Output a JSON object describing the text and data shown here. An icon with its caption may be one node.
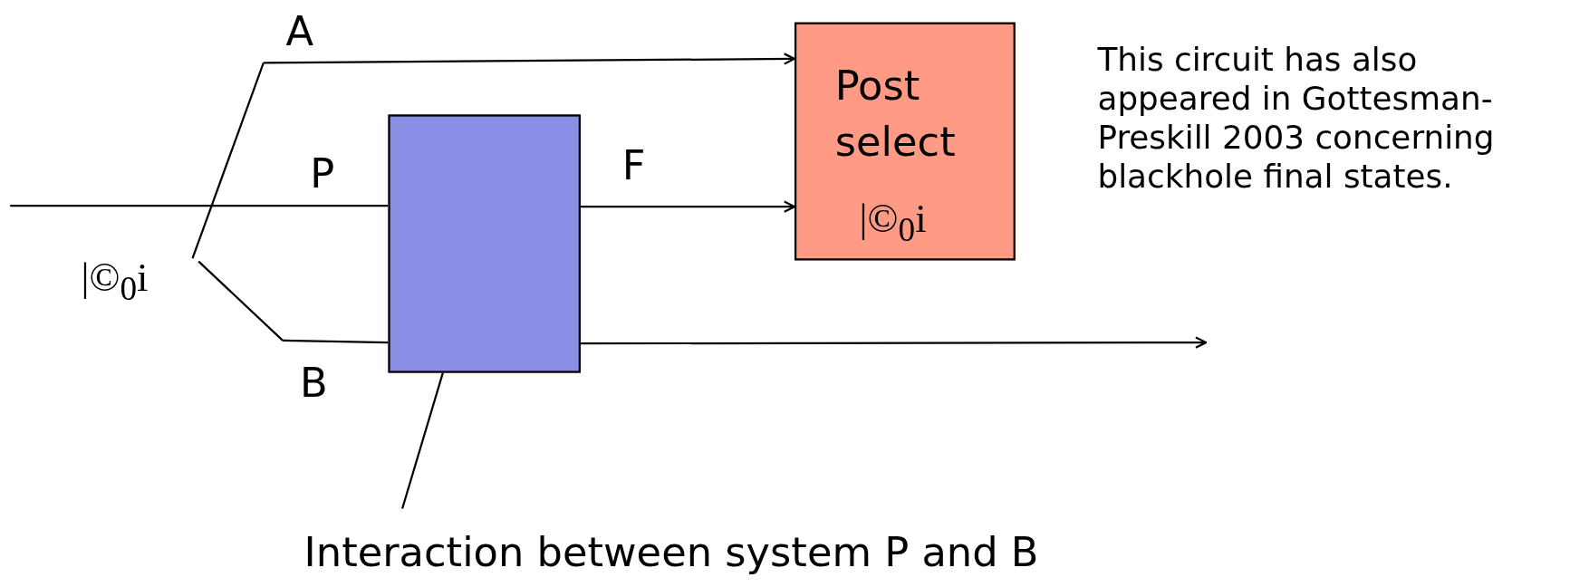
{
  "diagram": {
    "nodes": [
      {
        "text": [
          "Post select",
          "|©$_{0}$i"
        ]
      },
      {
        "text": [],
        "shape": "box"
      },
      {
        "text": [
          "Interaction between system P and B"
        ]
      },
      {
        "text": [],
        "shape": "bracket"
      }
    ],
    "edges": [
      {
        "from": 3,
        "to": 0,
        "arrow": "to",
        "label": "A"
      },
      {
        "from": null,
        "to": 1,
        "arrow": "none",
        "label": "P"
      },
      {
        "from": 1,
        "to": 0,
        "arrow": "to",
        "label": "F"
      },
      {
        "from": 3,
        "to": 1,
        "arrow": "none",
        "label": "B"
      },
      {
        "from": 1,
        "to": null,
        "arrow": "to"
      },
      {
        "from": 2,
        "to": 1,
        "arrow": "none"
      }
    ],
    "labels": [
      "|©$_{0}$i",
      "This circuit has also appeared in Gottesman-Preskill 2003 concerning blackhole final states."
    ]
  }
}
